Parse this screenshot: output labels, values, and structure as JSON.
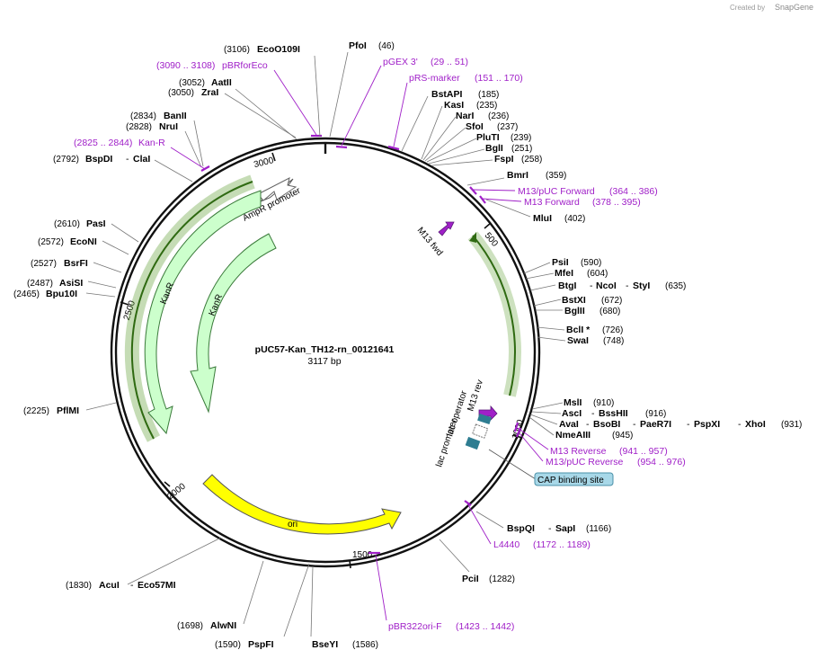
{
  "watermark": {
    "prefix": "Created by",
    "brand": "SnapGene"
  },
  "plasmid": {
    "name": "pUC57-Kan_TH12-rn_00121641",
    "length": "3117 bp"
  },
  "scale": {
    "ticks": [
      "500",
      "1000",
      "1500",
      "2000",
      "2500",
      "3000"
    ]
  },
  "features": {
    "ampr_promoter": "AmpR promoter",
    "kanr_outer": "KanR",
    "kanr_inner": "KanR",
    "ori": "ori",
    "m13_fwd": "M13 fwd",
    "m13_rev": "M13 rev",
    "lac_operator": "lac operator",
    "lac_promoter": "lac promoter",
    "cap_site": "CAP binding site"
  },
  "sites": [
    {
      "id": "ecoo109i",
      "name": "EcoO109I",
      "pos": "(3106)"
    },
    {
      "id": "pfoi",
      "name": "PfoI",
      "pos": "(46)"
    },
    {
      "id": "aatii",
      "name": "AatII",
      "pos": "(3052)"
    },
    {
      "id": "zrai",
      "name": "ZraI",
      "pos": "(3050)"
    },
    {
      "id": "bstapi",
      "name": "BstAPI",
      "pos": "(185)"
    },
    {
      "id": "kasi",
      "name": "KasI",
      "pos": "(235)"
    },
    {
      "id": "nari",
      "name": "NarI",
      "pos": "(236)"
    },
    {
      "id": "sfoi",
      "name": "SfoI",
      "pos": "(237)"
    },
    {
      "id": "pluti",
      "name": "PluTI",
      "pos": "(239)"
    },
    {
      "id": "bgli",
      "name": "BglI",
      "pos": "(251)"
    },
    {
      "id": "fspi",
      "name": "FspI",
      "pos": "(258)"
    },
    {
      "id": "banii",
      "name": "BanII",
      "pos": "(2834)"
    },
    {
      "id": "nrui",
      "name": "NruI",
      "pos": "(2828)"
    },
    {
      "id": "bmri",
      "name": "BmrI",
      "pos": "(359)"
    },
    {
      "id": "bspdi",
      "name": "BspDI",
      "pos": "(2792)"
    },
    {
      "id": "clai",
      "name": "ClaI",
      "pos": ""
    },
    {
      "id": "mlui",
      "name": "MluI",
      "pos": "(402)"
    },
    {
      "id": "pasi",
      "name": "PasI",
      "pos": "(2610)"
    },
    {
      "id": "econi",
      "name": "EcoNI",
      "pos": "(2572)"
    },
    {
      "id": "psii",
      "name": "PsiI",
      "pos": "(590)"
    },
    {
      "id": "bsrfi",
      "name": "BsrFI",
      "pos": "(2527)"
    },
    {
      "id": "mfei",
      "name": "MfeI",
      "pos": "(604)"
    },
    {
      "id": "btgi",
      "name": "BtgI",
      "pos": ""
    },
    {
      "id": "ncoi",
      "name": "NcoI",
      "pos": ""
    },
    {
      "id": "styi",
      "name": "StyI",
      "pos": "(635)"
    },
    {
      "id": "asisi",
      "name": "AsiSI",
      "pos": "(2487)"
    },
    {
      "id": "bpu10i",
      "name": "Bpu10I",
      "pos": "(2465)"
    },
    {
      "id": "bstxi",
      "name": "BstXI",
      "pos": "(672)"
    },
    {
      "id": "bglii",
      "name": "BglII",
      "pos": "(680)"
    },
    {
      "id": "bcli",
      "name": "BclI *",
      "pos": "(726)"
    },
    {
      "id": "swai",
      "name": "SwaI",
      "pos": "(748)"
    },
    {
      "id": "msli",
      "name": "MslI",
      "pos": "(910)"
    },
    {
      "id": "pflmi",
      "name": "PflMI",
      "pos": "(2225)"
    },
    {
      "id": "asci",
      "name": "AscI",
      "pos": ""
    },
    {
      "id": "bsshii",
      "name": "BssHII",
      "pos": "(916)"
    },
    {
      "id": "avai",
      "name": "AvaI",
      "pos": ""
    },
    {
      "id": "bsobi",
      "name": "BsoBI",
      "pos": ""
    },
    {
      "id": "paer7i",
      "name": "PaeR7I",
      "pos": ""
    },
    {
      "id": "pspxi",
      "name": "PspXI",
      "pos": ""
    },
    {
      "id": "xhoi",
      "name": "XhoI",
      "pos": "(931)"
    },
    {
      "id": "nmeaiii",
      "name": "NmeAIII",
      "pos": "(945)"
    },
    {
      "id": "bspqi",
      "name": "BspQI",
      "pos": ""
    },
    {
      "id": "sapi",
      "name": "SapI",
      "pos": "(1166)"
    },
    {
      "id": "pcii",
      "name": "PciI",
      "pos": "(1282)"
    },
    {
      "id": "acui",
      "name": "AcuI",
      "pos": "(1830)"
    },
    {
      "id": "eco57mi",
      "name": "Eco57MI",
      "pos": ""
    },
    {
      "id": "alwni",
      "name": "AlwNI",
      "pos": "(1698)"
    },
    {
      "id": "pspfi",
      "name": "PspFI",
      "pos": "(1590)"
    },
    {
      "id": "bseyi",
      "name": "BseYI",
      "pos": "(1586)"
    }
  ],
  "primers": [
    {
      "id": "pbrforeco",
      "name": "pBRforEco",
      "range": "(3090 .. 3108)"
    },
    {
      "id": "pgex3",
      "name": "pGEX 3'",
      "range": "(29 .. 51)"
    },
    {
      "id": "prsmarker",
      "name": "pRS-marker",
      "range": "(151 .. 170)"
    },
    {
      "id": "kanr",
      "name": "Kan-R",
      "range": "(2825 .. 2844)"
    },
    {
      "id": "m13puc_fwd",
      "name": "M13/pUC Forward",
      "range": "(364 .. 386)"
    },
    {
      "id": "m13_forward",
      "name": "M13 Forward",
      "range": "(378 .. 395)"
    },
    {
      "id": "m13_reverse",
      "name": "M13 Reverse",
      "range": "(941 .. 957)"
    },
    {
      "id": "m13puc_rev",
      "name": "M13/pUC Reverse",
      "range": "(954 .. 976)"
    },
    {
      "id": "l4440",
      "name": "L4440",
      "range": "(1172 .. 1189)"
    },
    {
      "id": "pbr322ori",
      "name": "pBR322ori-F",
      "range": "(1423 .. 1442)"
    }
  ],
  "colors": {
    "backbone": "#111111",
    "primer": "#a020c8",
    "kanr_fill": "#ccffcc",
    "ori_fill": "#ffff00",
    "ampr_fill": "#ffffff",
    "orf_line": "#3d7a1e",
    "orf_glow": "#c8f08a",
    "lac_box": "#2e7d91",
    "cap_fill": "#a8d8e8"
  }
}
